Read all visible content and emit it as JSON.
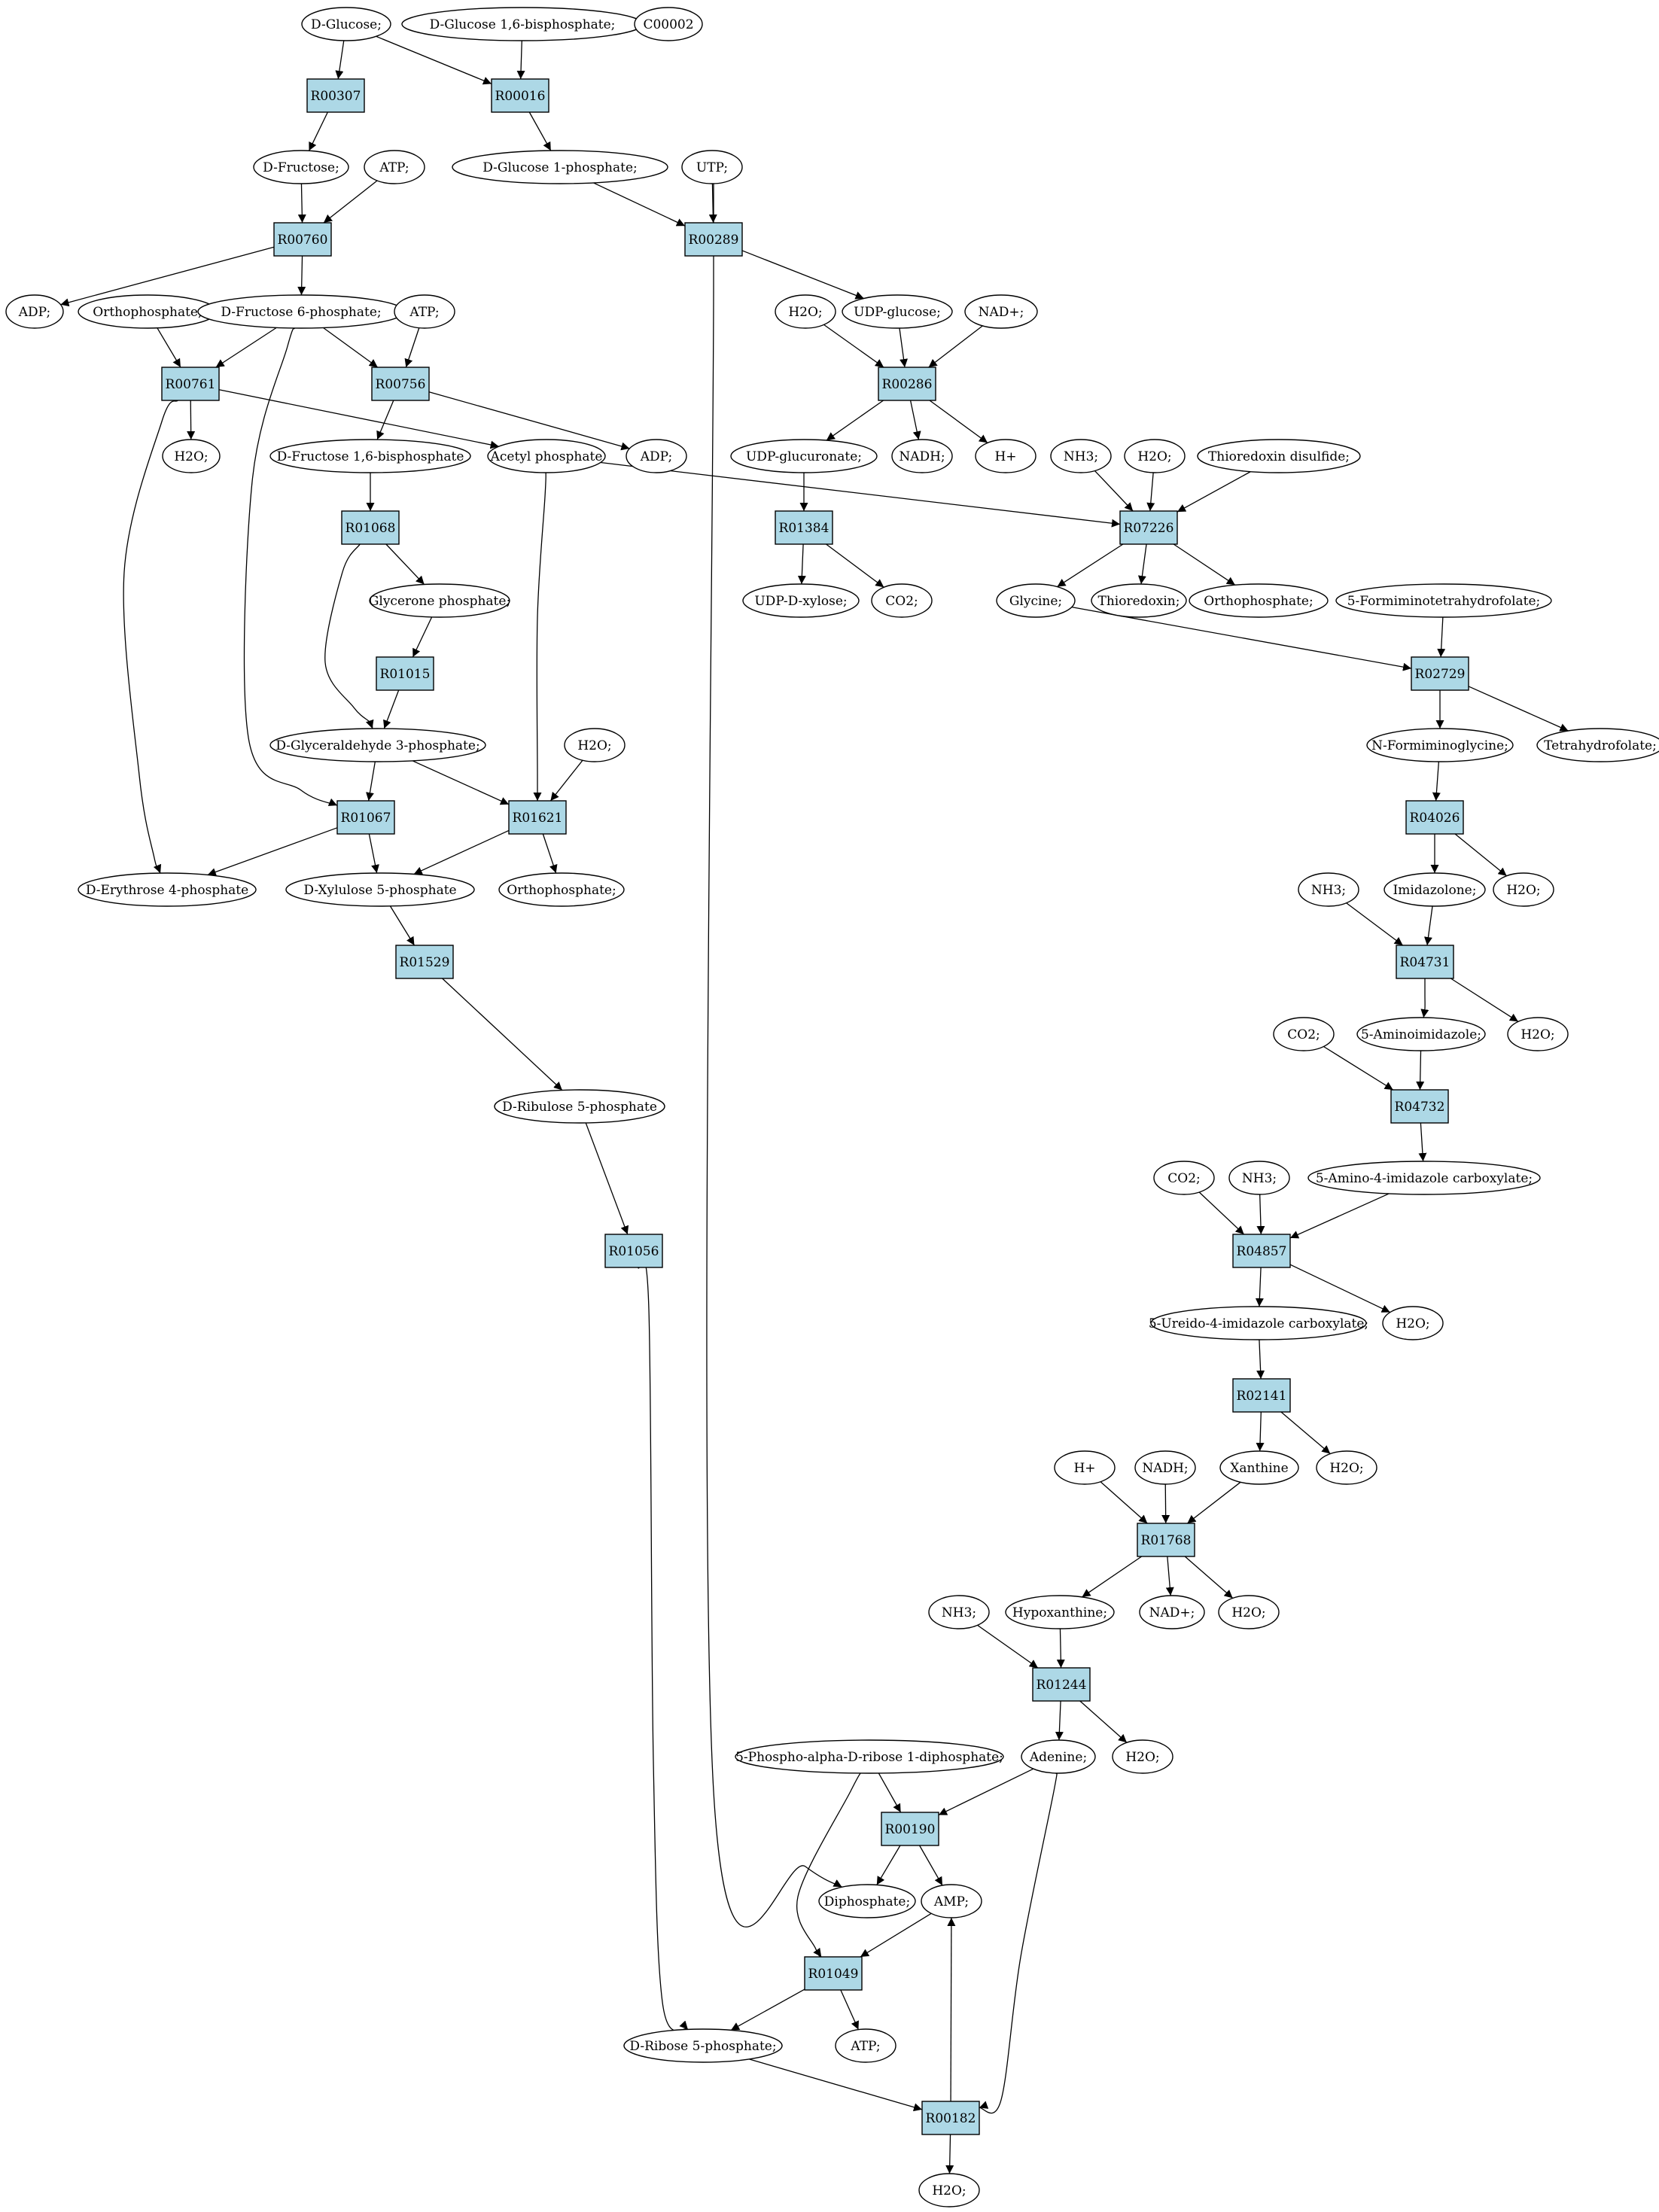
{
  "colors": {
    "reaction_fill": "#add8e6",
    "metabolite_fill": "#ffffff",
    "highlight_green": "#00ff00",
    "highlight_yellow": "#ffff00",
    "stroke": "#000000"
  },
  "nodes": [
    {
      "id": "m1",
      "kind": "metabolite",
      "label": "D-Glucose;",
      "fill": "#00ff00"
    },
    {
      "id": "m2",
      "kind": "metabolite",
      "label": "D-Glucose 1,6-bisphosphate;"
    },
    {
      "id": "m3",
      "kind": "metabolite",
      "label": "C00002",
      "fill": "#ffff00"
    },
    {
      "id": "r1",
      "kind": "reaction",
      "label": "R00307"
    },
    {
      "id": "r2",
      "kind": "reaction",
      "label": "R00016"
    },
    {
      "id": "m4",
      "kind": "metabolite",
      "label": "D-Fructose;"
    },
    {
      "id": "m5",
      "kind": "metabolite",
      "label": "ATP;"
    },
    {
      "id": "m6",
      "kind": "metabolite",
      "label": "D-Glucose 1-phosphate;"
    },
    {
      "id": "m7",
      "kind": "metabolite",
      "label": "UTP;"
    },
    {
      "id": "r3",
      "kind": "reaction",
      "label": "R00760"
    },
    {
      "id": "r4",
      "kind": "reaction",
      "label": "R00289"
    },
    {
      "id": "m8",
      "kind": "metabolite",
      "label": "ADP;"
    },
    {
      "id": "m9",
      "kind": "metabolite",
      "label": "Orthophosphate;"
    },
    {
      "id": "m10",
      "kind": "metabolite",
      "label": "D-Fructose 6-phosphate;"
    },
    {
      "id": "m11",
      "kind": "metabolite",
      "label": "ATP;"
    },
    {
      "id": "m12",
      "kind": "metabolite",
      "label": "H2O;"
    },
    {
      "id": "m13",
      "kind": "metabolite",
      "label": "UDP-glucose;"
    },
    {
      "id": "m14",
      "kind": "metabolite",
      "label": "NAD+;"
    },
    {
      "id": "r5",
      "kind": "reaction",
      "label": "R00761"
    },
    {
      "id": "r6",
      "kind": "reaction",
      "label": "R00756"
    },
    {
      "id": "r7",
      "kind": "reaction",
      "label": "R00286"
    },
    {
      "id": "m15",
      "kind": "metabolite",
      "label": "H2O;"
    },
    {
      "id": "m16",
      "kind": "metabolite",
      "label": "D-Fructose 1,6-bisphosphate"
    },
    {
      "id": "m17",
      "kind": "metabolite",
      "label": "Acetyl phosphate"
    },
    {
      "id": "m18",
      "kind": "metabolite",
      "label": "ADP;"
    },
    {
      "id": "m19",
      "kind": "metabolite",
      "label": "UDP-glucuronate;"
    },
    {
      "id": "m20",
      "kind": "metabolite",
      "label": "NADH;"
    },
    {
      "id": "m21",
      "kind": "metabolite",
      "label": "H+"
    },
    {
      "id": "m22",
      "kind": "metabolite",
      "label": "NH3;"
    },
    {
      "id": "m23",
      "kind": "metabolite",
      "label": "H2O;"
    },
    {
      "id": "m24",
      "kind": "metabolite",
      "label": "Thioredoxin disulfide;"
    },
    {
      "id": "r8",
      "kind": "reaction",
      "label": "R01068"
    },
    {
      "id": "r9",
      "kind": "reaction",
      "label": "R01384"
    },
    {
      "id": "r10",
      "kind": "reaction",
      "label": "R07226"
    },
    {
      "id": "m25",
      "kind": "metabolite",
      "label": "Glycerone phosphate;"
    },
    {
      "id": "m26",
      "kind": "metabolite",
      "label": "UDP-D-xylose;"
    },
    {
      "id": "m27",
      "kind": "metabolite",
      "label": "CO2;"
    },
    {
      "id": "m28",
      "kind": "metabolite",
      "label": "Glycine;"
    },
    {
      "id": "m29",
      "kind": "metabolite",
      "label": "Thioredoxin;"
    },
    {
      "id": "m30",
      "kind": "metabolite",
      "label": "Orthophosphate;"
    },
    {
      "id": "m31",
      "kind": "metabolite",
      "label": "5-Formiminotetrahydrofolate;"
    },
    {
      "id": "r11",
      "kind": "reaction",
      "label": "R01015"
    },
    {
      "id": "r12",
      "kind": "reaction",
      "label": "R02729"
    },
    {
      "id": "m32",
      "kind": "metabolite",
      "label": "D-Glyceraldehyde 3-phosphate;"
    },
    {
      "id": "m33",
      "kind": "metabolite",
      "label": "H2O;"
    },
    {
      "id": "m34",
      "kind": "metabolite",
      "label": "N-Formiminoglycine;"
    },
    {
      "id": "m35",
      "kind": "metabolite",
      "label": "Tetrahydrofolate;"
    },
    {
      "id": "r13",
      "kind": "reaction",
      "label": "R01067"
    },
    {
      "id": "r14",
      "kind": "reaction",
      "label": "R01621"
    },
    {
      "id": "r15",
      "kind": "reaction",
      "label": "R04026"
    },
    {
      "id": "m36",
      "kind": "metabolite",
      "label": "D-Erythrose 4-phosphate"
    },
    {
      "id": "m37",
      "kind": "metabolite",
      "label": "D-Xylulose 5-phosphate"
    },
    {
      "id": "m38",
      "kind": "metabolite",
      "label": "Orthophosphate;"
    },
    {
      "id": "m39",
      "kind": "metabolite",
      "label": "NH3;"
    },
    {
      "id": "m40",
      "kind": "metabolite",
      "label": "Imidazolone;"
    },
    {
      "id": "m41",
      "kind": "metabolite",
      "label": "H2O;"
    },
    {
      "id": "r16",
      "kind": "reaction",
      "label": "R01529"
    },
    {
      "id": "r17",
      "kind": "reaction",
      "label": "R04731"
    },
    {
      "id": "m42",
      "kind": "metabolite",
      "label": "CO2;"
    },
    {
      "id": "m43",
      "kind": "metabolite",
      "label": "5-Aminoimidazole;"
    },
    {
      "id": "m44",
      "kind": "metabolite",
      "label": "H2O;"
    },
    {
      "id": "m45",
      "kind": "metabolite",
      "label": "D-Ribulose 5-phosphate"
    },
    {
      "id": "r18",
      "kind": "reaction",
      "label": "R04732"
    },
    {
      "id": "m46",
      "kind": "metabolite",
      "label": "CO2;"
    },
    {
      "id": "m47",
      "kind": "metabolite",
      "label": "NH3;"
    },
    {
      "id": "m48",
      "kind": "metabolite",
      "label": "5-Amino-4-imidazole carboxylate;"
    },
    {
      "id": "r19",
      "kind": "reaction",
      "label": "R01056"
    },
    {
      "id": "r20",
      "kind": "reaction",
      "label": "R04857"
    },
    {
      "id": "m49",
      "kind": "metabolite",
      "label": "5-Ureido-4-imidazole carboxylate;"
    },
    {
      "id": "m50",
      "kind": "metabolite",
      "label": "H2O;"
    },
    {
      "id": "r21",
      "kind": "reaction",
      "label": "R02141"
    },
    {
      "id": "m51",
      "kind": "metabolite",
      "label": "H+"
    },
    {
      "id": "m52",
      "kind": "metabolite",
      "label": "NADH;"
    },
    {
      "id": "m53",
      "kind": "metabolite",
      "label": "Xanthine"
    },
    {
      "id": "m54",
      "kind": "metabolite",
      "label": "H2O;"
    },
    {
      "id": "r22",
      "kind": "reaction",
      "label": "R01768"
    },
    {
      "id": "m55",
      "kind": "metabolite",
      "label": "NH3;"
    },
    {
      "id": "m56",
      "kind": "metabolite",
      "label": "Hypoxanthine;"
    },
    {
      "id": "m57",
      "kind": "metabolite",
      "label": "NAD+;"
    },
    {
      "id": "m58",
      "kind": "metabolite",
      "label": "H2O;"
    },
    {
      "id": "r23",
      "kind": "reaction",
      "label": "R01244"
    },
    {
      "id": "m59",
      "kind": "metabolite",
      "label": "5-Phospho-alpha-D-ribose 1-diphosphate;"
    },
    {
      "id": "m60",
      "kind": "metabolite",
      "label": "Adenine;"
    },
    {
      "id": "m61",
      "kind": "metabolite",
      "label": "H2O;"
    },
    {
      "id": "r24",
      "kind": "reaction",
      "label": "R00190"
    },
    {
      "id": "m62",
      "kind": "metabolite",
      "label": "Diphosphate;"
    },
    {
      "id": "m63",
      "kind": "metabolite",
      "label": "AMP;"
    },
    {
      "id": "r25",
      "kind": "reaction",
      "label": "R01049"
    },
    {
      "id": "m64",
      "kind": "metabolite",
      "label": "D-Ribose 5-phosphate;"
    },
    {
      "id": "m65",
      "kind": "metabolite",
      "label": "ATP;"
    },
    {
      "id": "r26",
      "kind": "reaction",
      "label": "R00182"
    },
    {
      "id": "m66",
      "kind": "metabolite",
      "label": "H2O;"
    }
  ],
  "edges": [
    [
      "m1",
      "r1"
    ],
    [
      "m1",
      "r2"
    ],
    [
      "m2",
      "r2"
    ],
    [
      "r1",
      "m4"
    ],
    [
      "r2",
      "m6"
    ],
    [
      "m4",
      "r3"
    ],
    [
      "m5",
      "r3"
    ],
    [
      "m6",
      "r4"
    ],
    [
      "m7",
      "r4"
    ],
    [
      "r3",
      "m8"
    ],
    [
      "r3",
      "m10"
    ],
    [
      "r4",
      "m13"
    ],
    [
      "r4",
      "m62"
    ],
    [
      "m9",
      "r5"
    ],
    [
      "m10",
      "r5"
    ],
    [
      "m10",
      "r6"
    ],
    [
      "m11",
      "r6"
    ],
    [
      "m10",
      "r13"
    ],
    [
      "m12",
      "r7"
    ],
    [
      "m13",
      "r7"
    ],
    [
      "m14",
      "r7"
    ],
    [
      "r5",
      "m15"
    ],
    [
      "r5",
      "m17"
    ],
    [
      "r5",
      "m36"
    ],
    [
      "r6",
      "m16"
    ],
    [
      "r6",
      "m18"
    ],
    [
      "r7",
      "m19"
    ],
    [
      "r7",
      "m20"
    ],
    [
      "r7",
      "m21"
    ],
    [
      "m16",
      "r8"
    ],
    [
      "m19",
      "r9"
    ],
    [
      "m17",
      "r10"
    ],
    [
      "m17",
      "r14"
    ],
    [
      "m22",
      "r10"
    ],
    [
      "m23",
      "r10"
    ],
    [
      "m24",
      "r10"
    ],
    [
      "r8",
      "m25"
    ],
    [
      "r8",
      "m32"
    ],
    [
      "r9",
      "m26"
    ],
    [
      "r9",
      "m27"
    ],
    [
      "r10",
      "m28"
    ],
    [
      "r10",
      "m29"
    ],
    [
      "r10",
      "m30"
    ],
    [
      "m25",
      "r11"
    ],
    [
      "r11",
      "m32"
    ],
    [
      "m28",
      "r12"
    ],
    [
      "m31",
      "r12"
    ],
    [
      "r12",
      "m34"
    ],
    [
      "r12",
      "m35"
    ],
    [
      "m32",
      "r13"
    ],
    [
      "m32",
      "r14"
    ],
    [
      "m33",
      "r14"
    ],
    [
      "m34",
      "r15"
    ],
    [
      "r13",
      "m36"
    ],
    [
      "r13",
      "m37"
    ],
    [
      "r14",
      "m37"
    ],
    [
      "r14",
      "m38"
    ],
    [
      "r15",
      "m40"
    ],
    [
      "r15",
      "m41"
    ],
    [
      "m37",
      "r16"
    ],
    [
      "m39",
      "r17"
    ],
    [
      "m40",
      "r17"
    ],
    [
      "r16",
      "m45"
    ],
    [
      "r17",
      "m43"
    ],
    [
      "r17",
      "m44"
    ],
    [
      "m42",
      "r18"
    ],
    [
      "m43",
      "r18"
    ],
    [
      "m45",
      "r19"
    ],
    [
      "r18",
      "m48"
    ],
    [
      "m46",
      "r20"
    ],
    [
      "m47",
      "r20"
    ],
    [
      "m48",
      "r20"
    ],
    [
      "r19",
      "m64"
    ],
    [
      "r20",
      "m49"
    ],
    [
      "r20",
      "m50"
    ],
    [
      "m49",
      "r21"
    ],
    [
      "r21",
      "m53"
    ],
    [
      "r21",
      "m54"
    ],
    [
      "m51",
      "r22"
    ],
    [
      "m52",
      "r22"
    ],
    [
      "m53",
      "r22"
    ],
    [
      "r22",
      "m56"
    ],
    [
      "r22",
      "m57"
    ],
    [
      "r22",
      "m58"
    ],
    [
      "m55",
      "r23"
    ],
    [
      "m56",
      "r23"
    ],
    [
      "r23",
      "m60"
    ],
    [
      "r23",
      "m61"
    ],
    [
      "m59",
      "r24"
    ],
    [
      "m60",
      "r24"
    ],
    [
      "m59",
      "r25"
    ],
    [
      "m60",
      "r26"
    ],
    [
      "r24",
      "m62"
    ],
    [
      "r24",
      "m63"
    ],
    [
      "m63",
      "r25"
    ],
    [
      "r25",
      "m64"
    ],
    [
      "r25",
      "m65"
    ],
    [
      "m64",
      "r26"
    ],
    [
      "r26",
      "m63"
    ],
    [
      "r26",
      "m66"
    ]
  ]
}
